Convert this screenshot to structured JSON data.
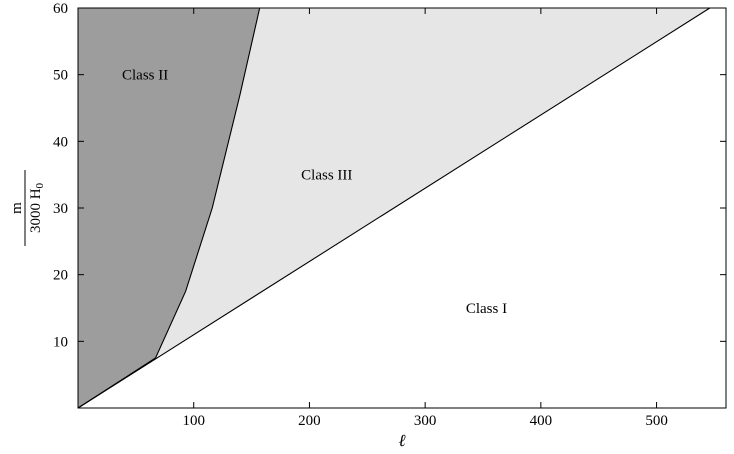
{
  "chart_data": {
    "type": "area",
    "xlabel": "ℓ",
    "ylabel": {
      "numerator": "m",
      "denominator": "3000 H",
      "denominator_subscript": "0"
    },
    "xlim": [
      0,
      560
    ],
    "ylim": [
      0,
      60
    ],
    "xticks": [
      100,
      200,
      300,
      400,
      500
    ],
    "yticks": [
      10,
      20,
      30,
      40,
      50,
      60
    ],
    "grid": false,
    "colors": {
      "class_ii": "#9d9d9d",
      "class_iii": "#e6e6e6",
      "class_i": "#ffffff",
      "line": "#000000"
    },
    "boundaries": {
      "diagonal": {
        "x": [
          0,
          546
        ],
        "y": [
          0,
          60
        ]
      },
      "curve": {
        "x": [
          0,
          67,
          93,
          116,
          140,
          157
        ],
        "y": [
          0,
          7.5,
          17.5,
          30,
          47,
          60
        ]
      }
    },
    "regions": [
      {
        "id": "class_ii",
        "label": "Class II",
        "label_at": [
          58,
          50
        ]
      },
      {
        "id": "class_iii",
        "label": "Class III",
        "label_at": [
          215,
          35
        ]
      },
      {
        "id": "class_i",
        "label": "Class I",
        "label_at": [
          353,
          15
        ]
      }
    ]
  }
}
